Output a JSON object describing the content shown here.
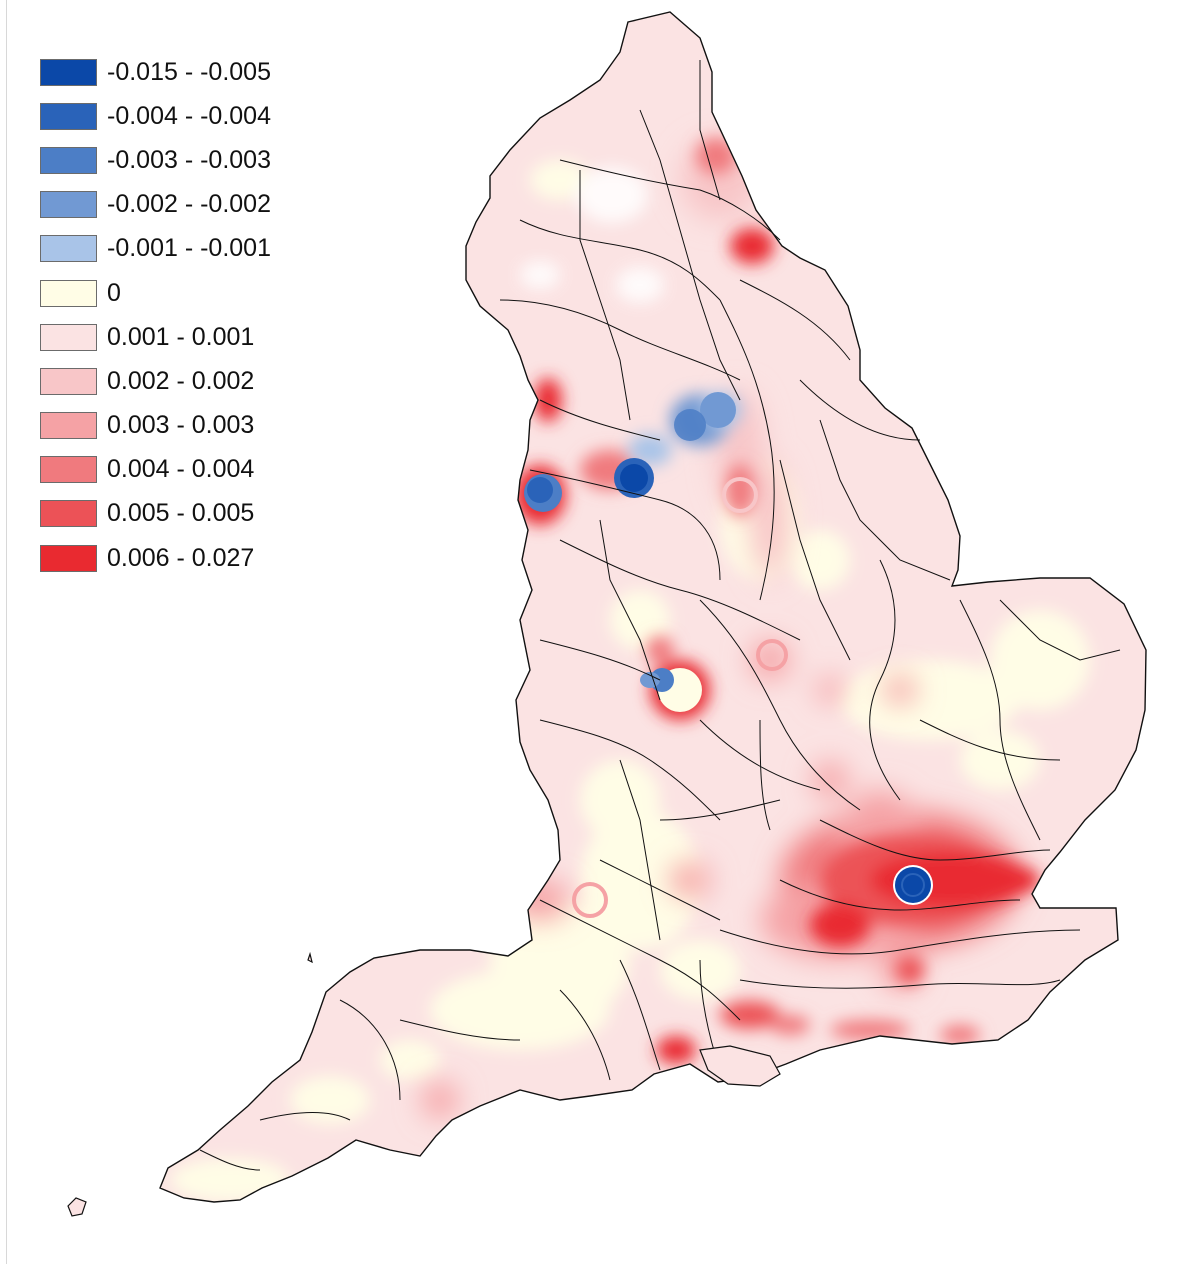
{
  "legend": {
    "items": [
      {
        "label": "-0.015 - -0.005",
        "color": "#0b48a8"
      },
      {
        "label": "-0.004 - -0.004",
        "color": "#2a63b9"
      },
      {
        "label": "-0.003 - -0.003",
        "color": "#4c7ec6"
      },
      {
        "label": "-0.002 - -0.002",
        "color": "#7199d3"
      },
      {
        "label": "-0.001 - -0.001",
        "color": "#a9c4e8"
      },
      {
        "label": "0",
        "color": "#fffde6"
      },
      {
        "label": "0.001 - 0.001",
        "color": "#fbe3e3"
      },
      {
        "label": "0.002 - 0.002",
        "color": "#f8c6c8"
      },
      {
        "label": "0.003 - 0.003",
        "color": "#f5a2a5"
      },
      {
        "label": "0.004 - 0.004",
        "color": "#f07a7e"
      },
      {
        "label": "0.005 - 0.005",
        "color": "#ec5257"
      },
      {
        "label": "0.006 - 0.027",
        "color": "#e92a30"
      }
    ]
  },
  "colors": {
    "base": "#fbe3e3",
    "zero": "#fffde6",
    "boundary": "#111111"
  }
}
